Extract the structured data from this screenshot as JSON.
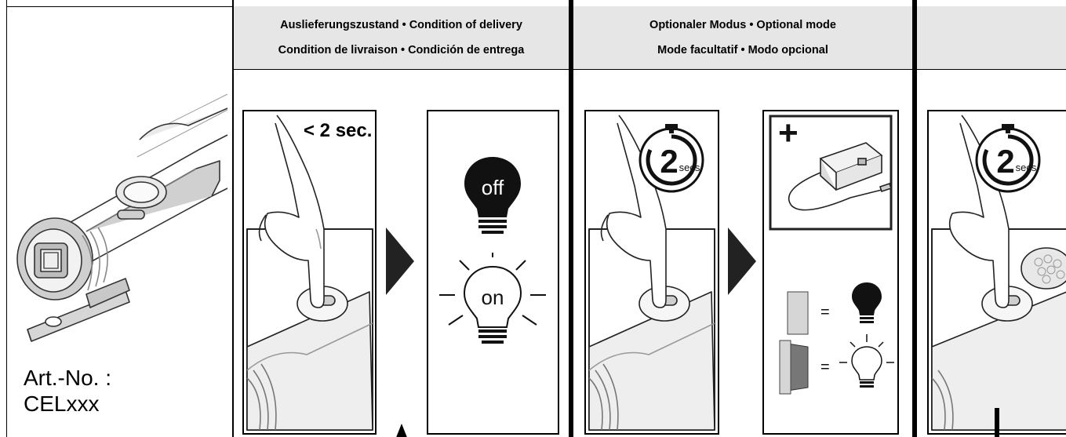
{
  "header_mode1": {
    "line1": "Auslieferungszustand • Condition of delivery",
    "line2": "Condition de livraison • Condición de entrega"
  },
  "header_mode2": {
    "line1": "Optionaler Modus • Optional mode",
    "line2": "Mode facultatif • Modo opcional"
  },
  "product": {
    "art_no_label": "Art.-No. :",
    "art_no_value": "CELxxx"
  },
  "steps": {
    "press_short_label": "< 2 sec.",
    "timer_number": "2",
    "timer_unit": "secs",
    "bulb_off_label": "off",
    "bulb_on_label": "on",
    "plus_sign": "+",
    "equals_sign": "="
  },
  "icons": [
    "finger-press-icon",
    "arrow-right-icon",
    "light-bulb-off-icon",
    "light-bulb-on-icon",
    "stopwatch-icon",
    "door-sensor-icon",
    "door-closed-icon",
    "door-open-icon"
  ]
}
